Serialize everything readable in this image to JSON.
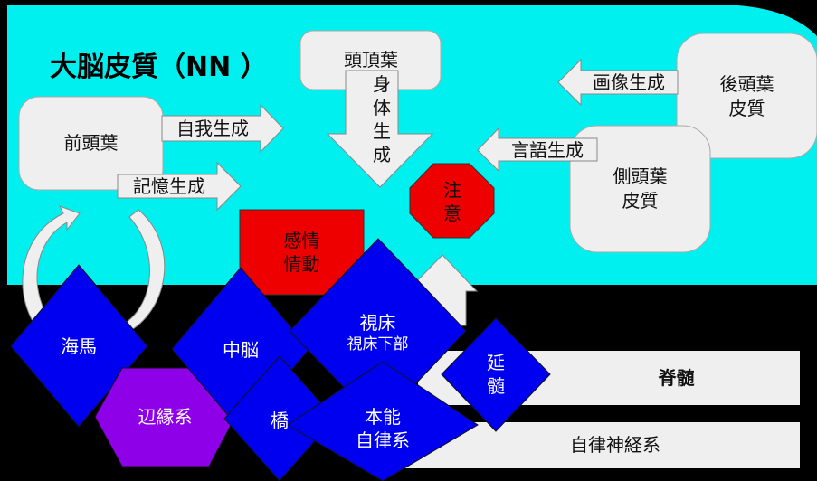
{
  "title": "大脳皮質（NN ）",
  "cortex": {
    "frontal": "前頭葉",
    "parietal": "頭頂葉",
    "occipital_l1": "後頭葉",
    "occipital_l2": "皮質",
    "temporal_l1": "側頭葉",
    "temporal_l2": "皮質"
  },
  "arrows": {
    "self_generation": "自我生成",
    "memory_generation": "記憶生成",
    "image_generation": "画像生成",
    "language_generation": "言語生成",
    "body_generation": [
      "身",
      "体",
      "生",
      "成"
    ]
  },
  "attention": [
    "注",
    "意"
  ],
  "emotion": [
    "感情",
    "情動"
  ],
  "brain_parts": {
    "hippocampus": "海馬",
    "midbrain": "中脳",
    "thalamus_l1": "視床",
    "thalamus_l2": "視床下部",
    "medulla": [
      "延",
      "髄"
    ],
    "limbic": "辺縁系",
    "pons": "橋",
    "instinct_l1": "本能",
    "instinct_l2": "自律系",
    "spinal_cord": "脊髄",
    "autonomic_nerves": "自律神経系"
  },
  "colors": {
    "cortex_bg": "#00F0F0",
    "lobe_fill": "#EFEFEF",
    "node_blue": "#0000F0",
    "limbic_purple": "#8E00E8",
    "emotion_red": "#EE0000",
    "background": "#000000"
  }
}
